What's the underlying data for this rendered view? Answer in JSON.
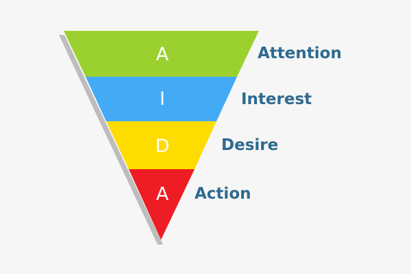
{
  "colors": {
    "background": "#f6f6f6",
    "shadow": "#bdbdbd",
    "label_text": "#2e6a8f",
    "letter_text": "#ffffff"
  },
  "stages": [
    {
      "letter": "A",
      "label": "Attention",
      "color": "#9bd12f"
    },
    {
      "letter": "I",
      "label": "Interest",
      "color": "#43aaf6"
    },
    {
      "letter": "D",
      "label": "Desire",
      "color": "#ffdc00"
    },
    {
      "letter": "A",
      "label": "Action",
      "color": "#ee1c25"
    }
  ]
}
